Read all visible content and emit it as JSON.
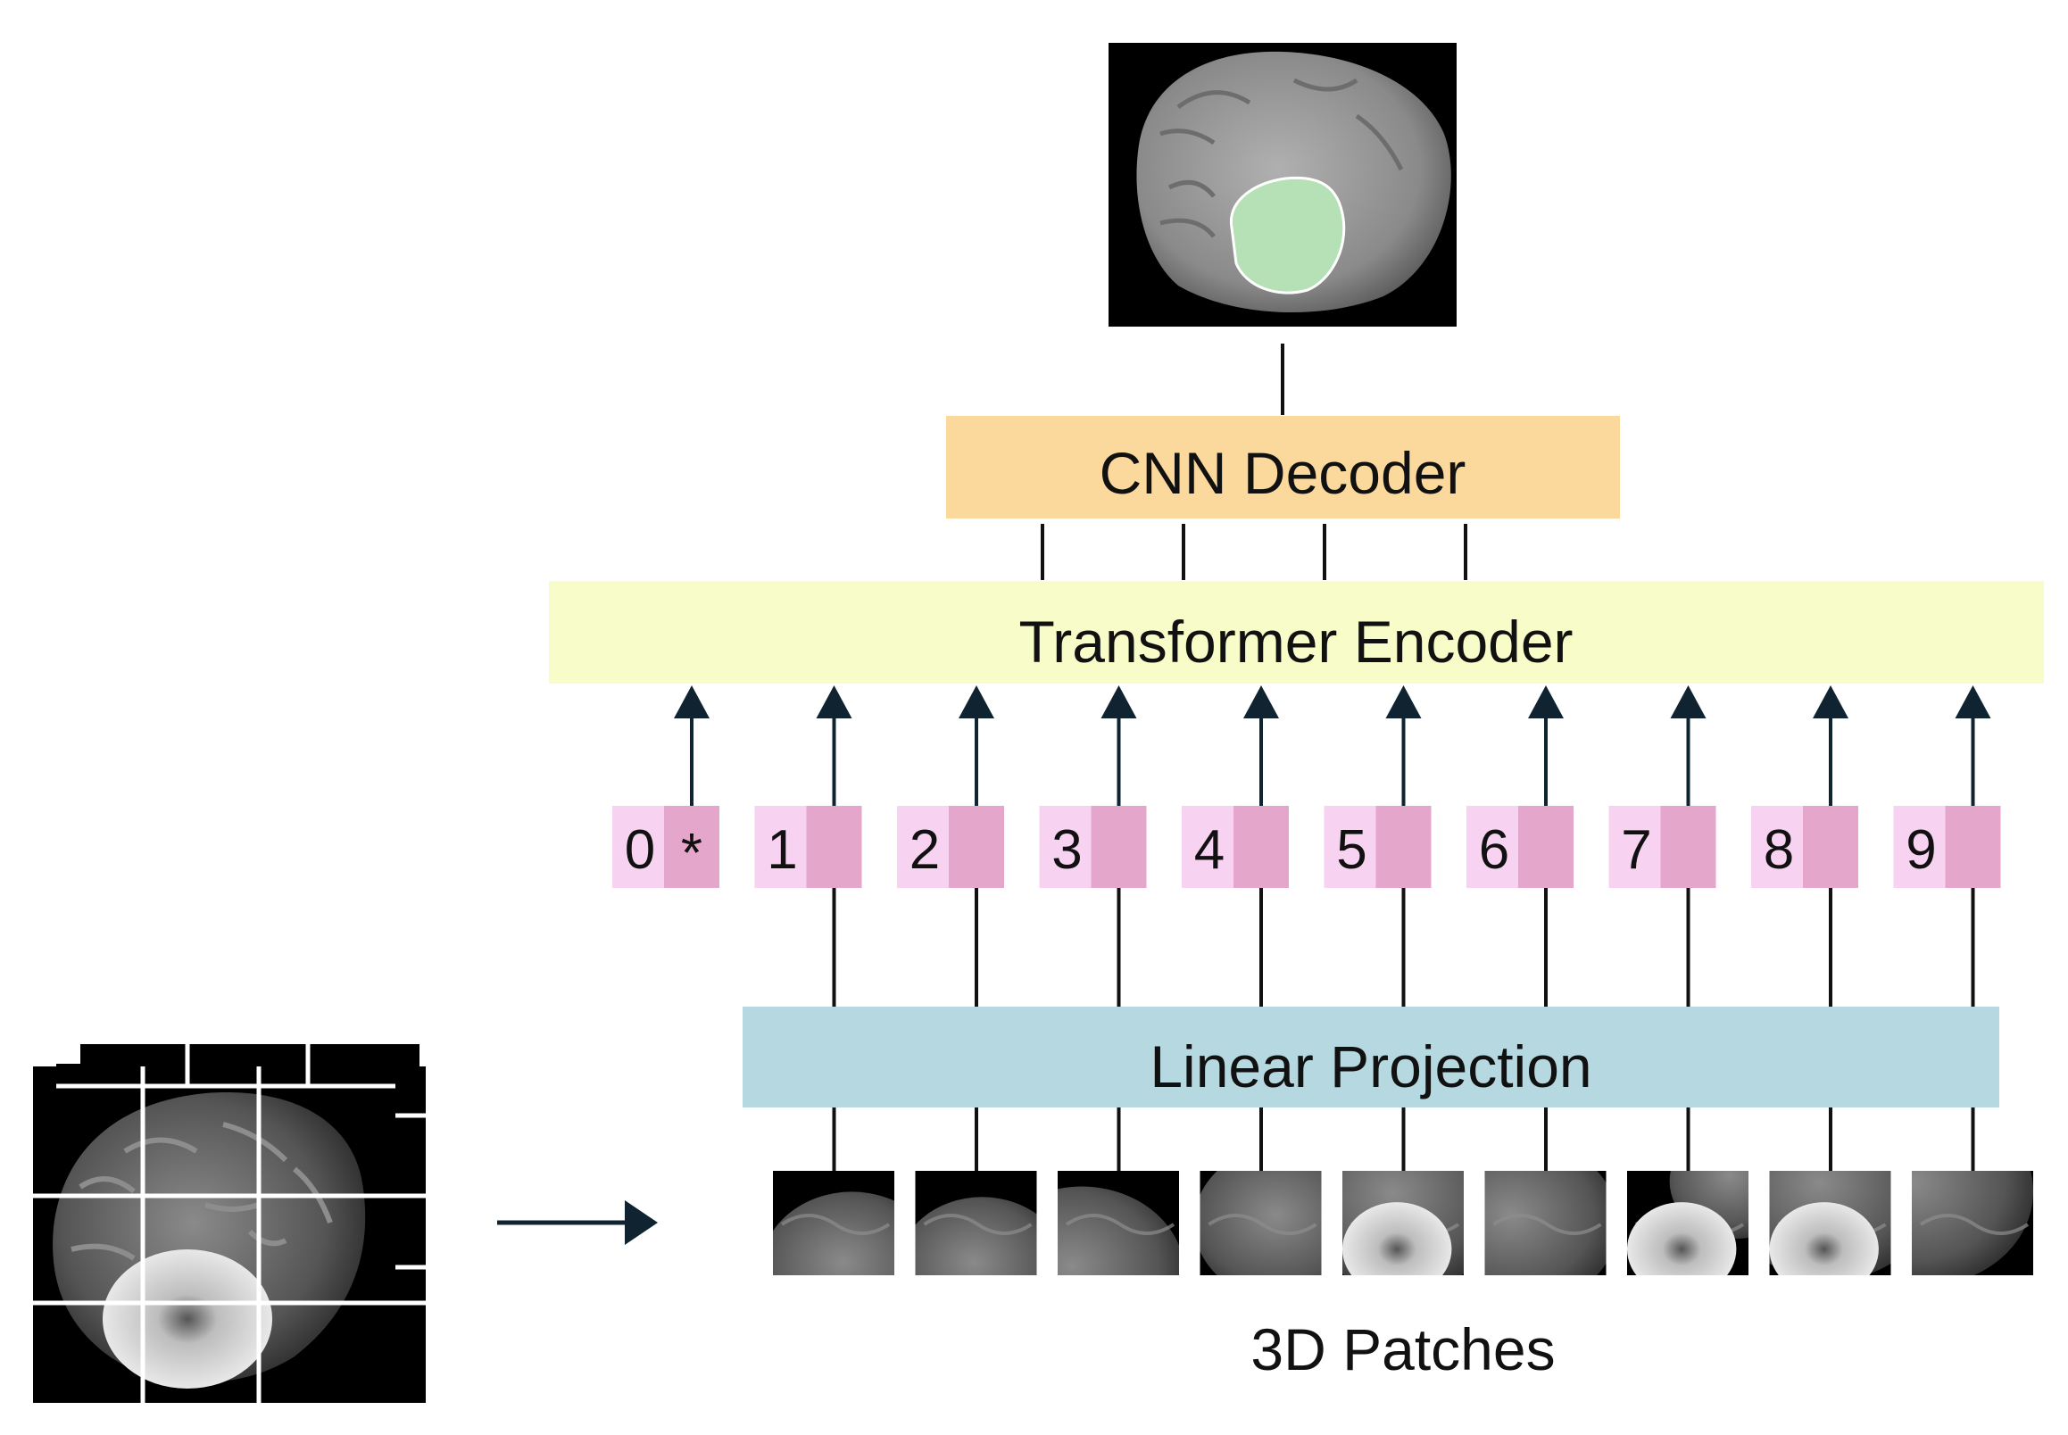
{
  "colors": {
    "decoder_fill": "#FBD89B",
    "encoder_fill": "#F8FCC8",
    "projection_fill": "#B6D8E0",
    "token_light": "#F7D3F1",
    "token_dark": "#E4A6CB",
    "arrow": "#0F2430",
    "line": "#111111",
    "segmentation": "#B6E0B6"
  },
  "icons": {
    "output": "segmented-brain-mri-icon",
    "input_volume": "brain-mri-volume-icon",
    "patch": "brain-mri-patch-icon"
  },
  "decoder_label": "CNN Decoder",
  "encoder_label": "Transformer Encoder",
  "projection_label": "Linear Projection",
  "patches_label": "3D Patches",
  "tokens": [
    {
      "number": "0",
      "embedding": "*"
    },
    {
      "number": "1",
      "embedding": ""
    },
    {
      "number": "2",
      "embedding": ""
    },
    {
      "number": "3",
      "embedding": ""
    },
    {
      "number": "4",
      "embedding": ""
    },
    {
      "number": "5",
      "embedding": ""
    },
    {
      "number": "6",
      "embedding": ""
    },
    {
      "number": "7",
      "embedding": ""
    },
    {
      "number": "8",
      "embedding": ""
    },
    {
      "number": "9",
      "embedding": ""
    }
  ]
}
